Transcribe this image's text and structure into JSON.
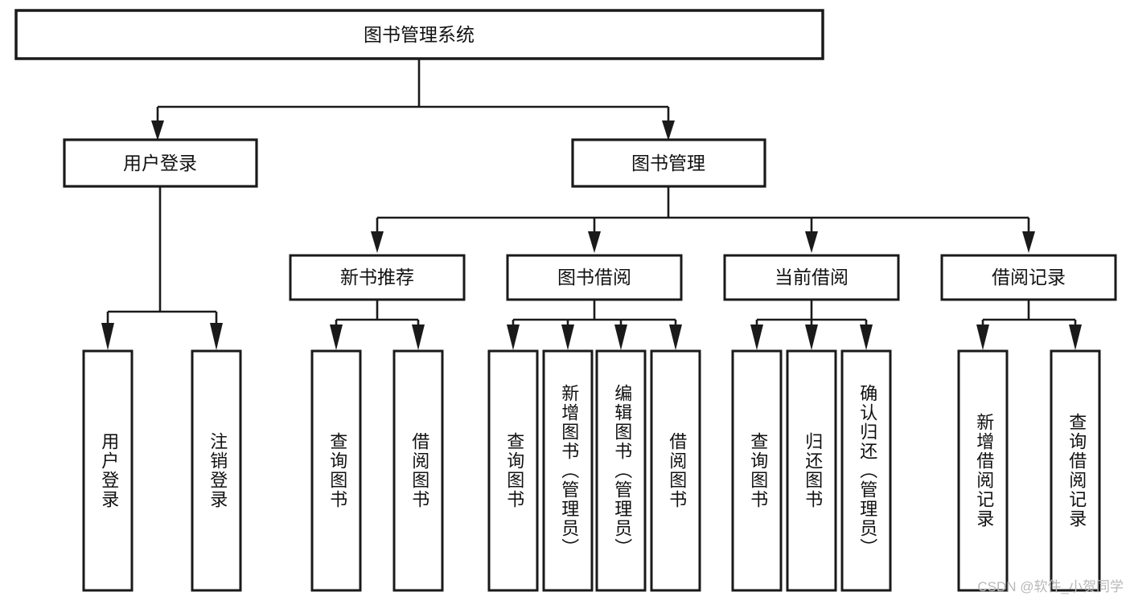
{
  "diagram": {
    "title": "图书管理系统",
    "type": "hierarchy-tree",
    "watermark": "CSDN @软件_小贺同学",
    "colors": {
      "background": "#ffffff",
      "box_stroke": "#1a1a1a",
      "box_fill": "#ffffff",
      "connector": "#1a1a1a",
      "text": "#111111",
      "watermark": "#b8b8b8"
    },
    "root": {
      "label": "图书管理系统",
      "level": 0
    },
    "level1": [
      {
        "label": "用户登录",
        "level": 1
      },
      {
        "label": "图书管理",
        "level": 1
      }
    ],
    "level2": [
      {
        "label": "新书推荐",
        "level": 2,
        "parent": "图书管理"
      },
      {
        "label": "图书借阅",
        "level": 2,
        "parent": "图书管理"
      },
      {
        "label": "当前借阅",
        "level": 2,
        "parent": "图书管理"
      },
      {
        "label": "借阅记录",
        "level": 2,
        "parent": "图书管理"
      }
    ],
    "leaves": [
      {
        "label": "用户登录",
        "parent": "用户登录"
      },
      {
        "label": "注销登录",
        "parent": "用户登录"
      },
      {
        "label": "查询图书",
        "parent": "新书推荐"
      },
      {
        "label": "借阅图书",
        "parent": "新书推荐"
      },
      {
        "label": "查询图书",
        "parent": "图书借阅"
      },
      {
        "label": "新增图书（管理员）",
        "parent": "图书借阅"
      },
      {
        "label": "编辑图书（管理员）",
        "parent": "图书借阅"
      },
      {
        "label": "借阅图书",
        "parent": "图书借阅"
      },
      {
        "label": "查询图书",
        "parent": "当前借阅"
      },
      {
        "label": "归还图书",
        "parent": "当前借阅"
      },
      {
        "label": "确认归还（管理员）",
        "parent": "当前借阅"
      },
      {
        "label": "新增借阅记录",
        "parent": "借阅记录"
      },
      {
        "label": "查询借阅记录",
        "parent": "借阅记录"
      }
    ]
  }
}
